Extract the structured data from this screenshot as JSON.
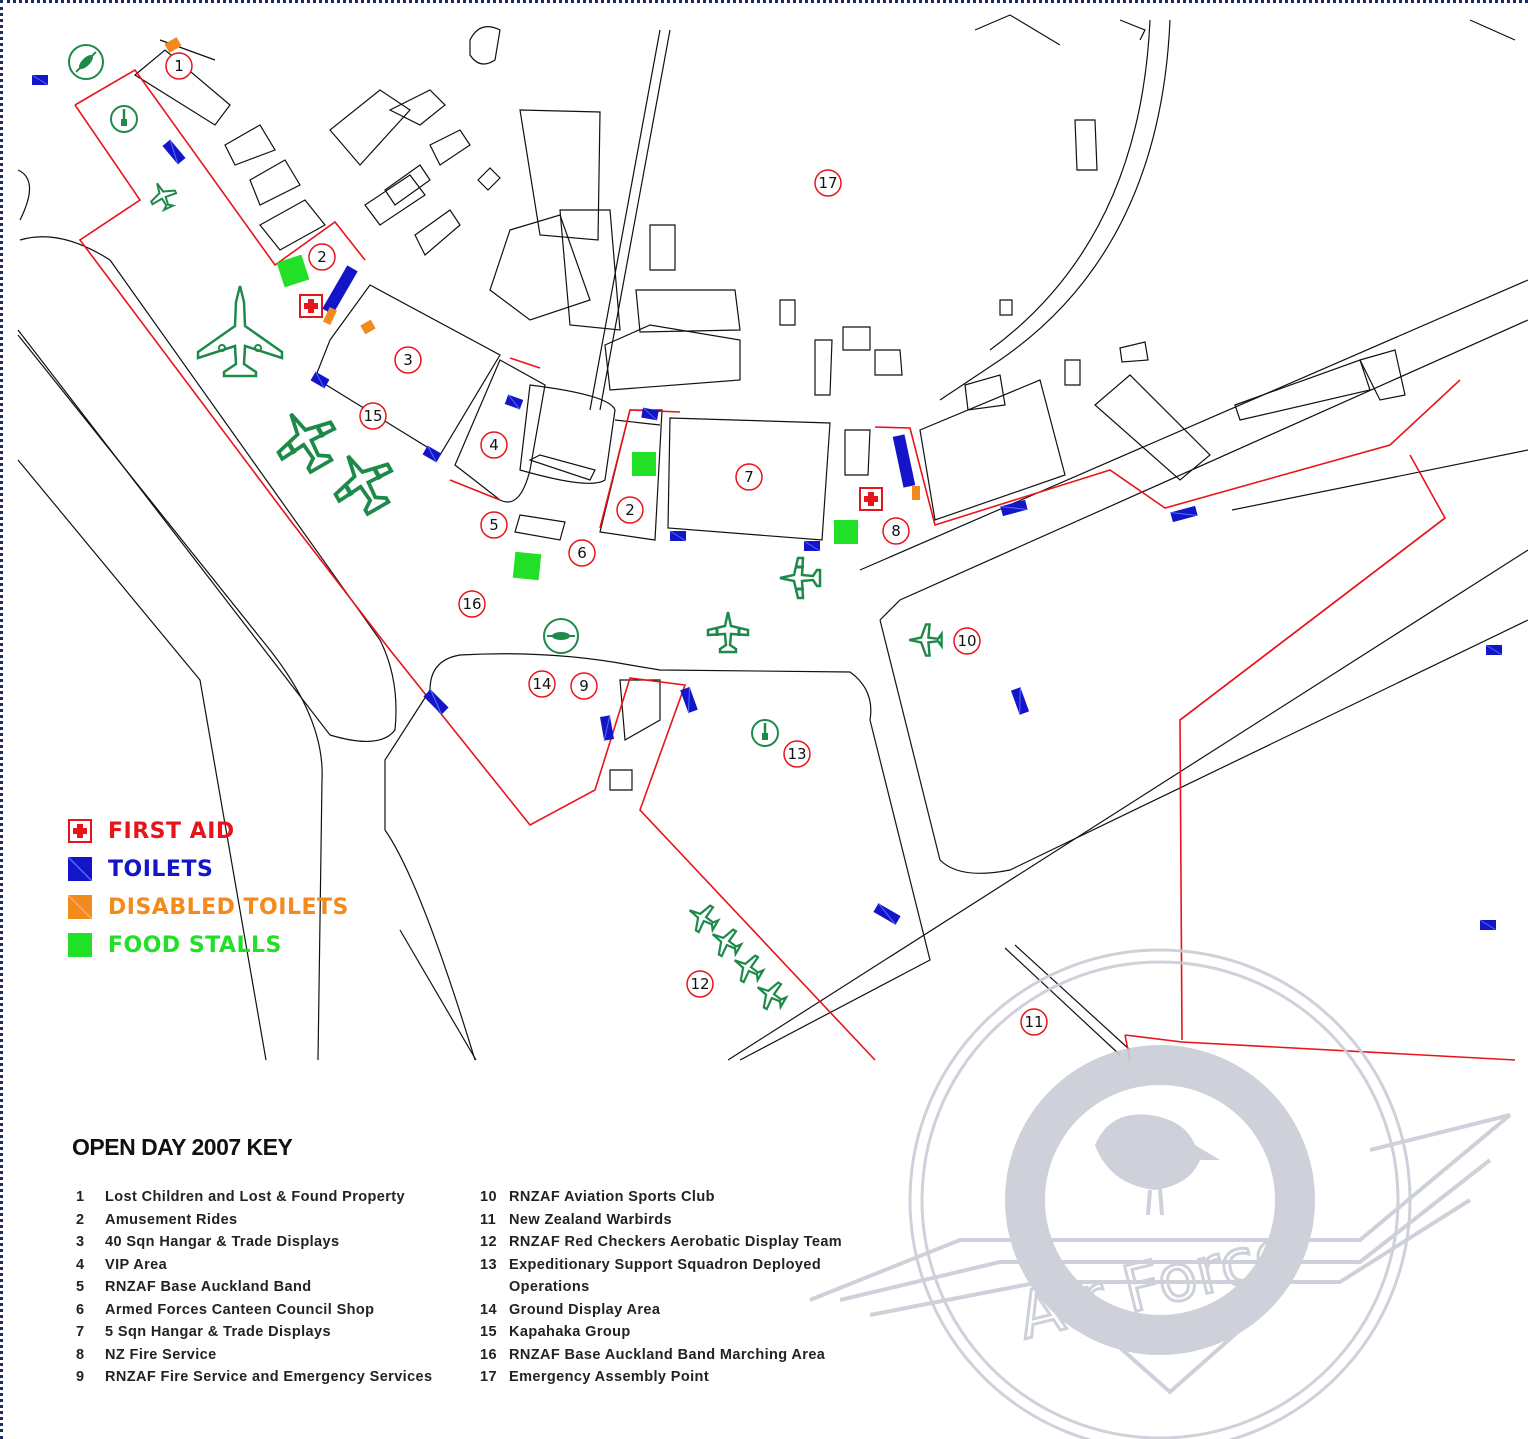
{
  "map_labels": {
    "n1": "1",
    "n2a": "2",
    "n2b": "2",
    "n3": "3",
    "n4": "4",
    "n5": "5",
    "n6": "6",
    "n7": "7",
    "n8": "8",
    "n9": "9",
    "n10": "10",
    "n11": "11",
    "n12": "12",
    "n13": "13",
    "n14": "14",
    "n15": "15",
    "n16": "16",
    "n17": "17"
  },
  "legend": {
    "first_aid": "FIRST AID",
    "toilets": "TOILETS",
    "disabled_toilets": "DISABLED TOILETS",
    "food_stalls": "FOOD STALLS"
  },
  "colors": {
    "first_aid": "#e8141b",
    "toilets": "#1414c8",
    "disabled_toilets": "#f28a1e",
    "food_stalls": "#22e028",
    "aircraft": "#1d8a4a",
    "boundary": "#e8141b",
    "outline": "#111111",
    "watermark": "#c9cdd6"
  },
  "key": {
    "title": "OPEN DAY 2007 KEY",
    "items": [
      {
        "num": "1",
        "text": "Lost Children and Lost & Found Property"
      },
      {
        "num": "2",
        "text": "Amusement Rides"
      },
      {
        "num": "3",
        "text": "40 Sqn Hangar & Trade Displays"
      },
      {
        "num": "4",
        "text": "VIP Area"
      },
      {
        "num": "5",
        "text": "RNZAF Base Auckland Band"
      },
      {
        "num": "6",
        "text": "Armed Forces Canteen Council Shop"
      },
      {
        "num": "7",
        "text": "5 Sqn Hangar & Trade Displays"
      },
      {
        "num": "8",
        "text": "NZ Fire Service"
      },
      {
        "num": "9",
        "text": "RNZAF Fire Service and Emergency Services"
      },
      {
        "num": "10",
        "text": "RNZAF Aviation Sports Club"
      },
      {
        "num": "11",
        "text": "New Zealand Warbirds"
      },
      {
        "num": "12",
        "text": "RNZAF Red Checkers Aerobatic Display Team"
      },
      {
        "num": "13",
        "text": "Expeditionary Support Squadron Deployed Operations"
      },
      {
        "num": "14",
        "text": "Ground Display Area"
      },
      {
        "num": "15",
        "text": "Kapahaka Group"
      },
      {
        "num": "16",
        "text": "RNZAF Base Auckland Band Marching Area"
      },
      {
        "num": "17",
        "text": "Emergency Assembly Point"
      }
    ]
  },
  "watermark": {
    "text": "Air Force",
    "icon": "kiwi-roundel-icon"
  }
}
